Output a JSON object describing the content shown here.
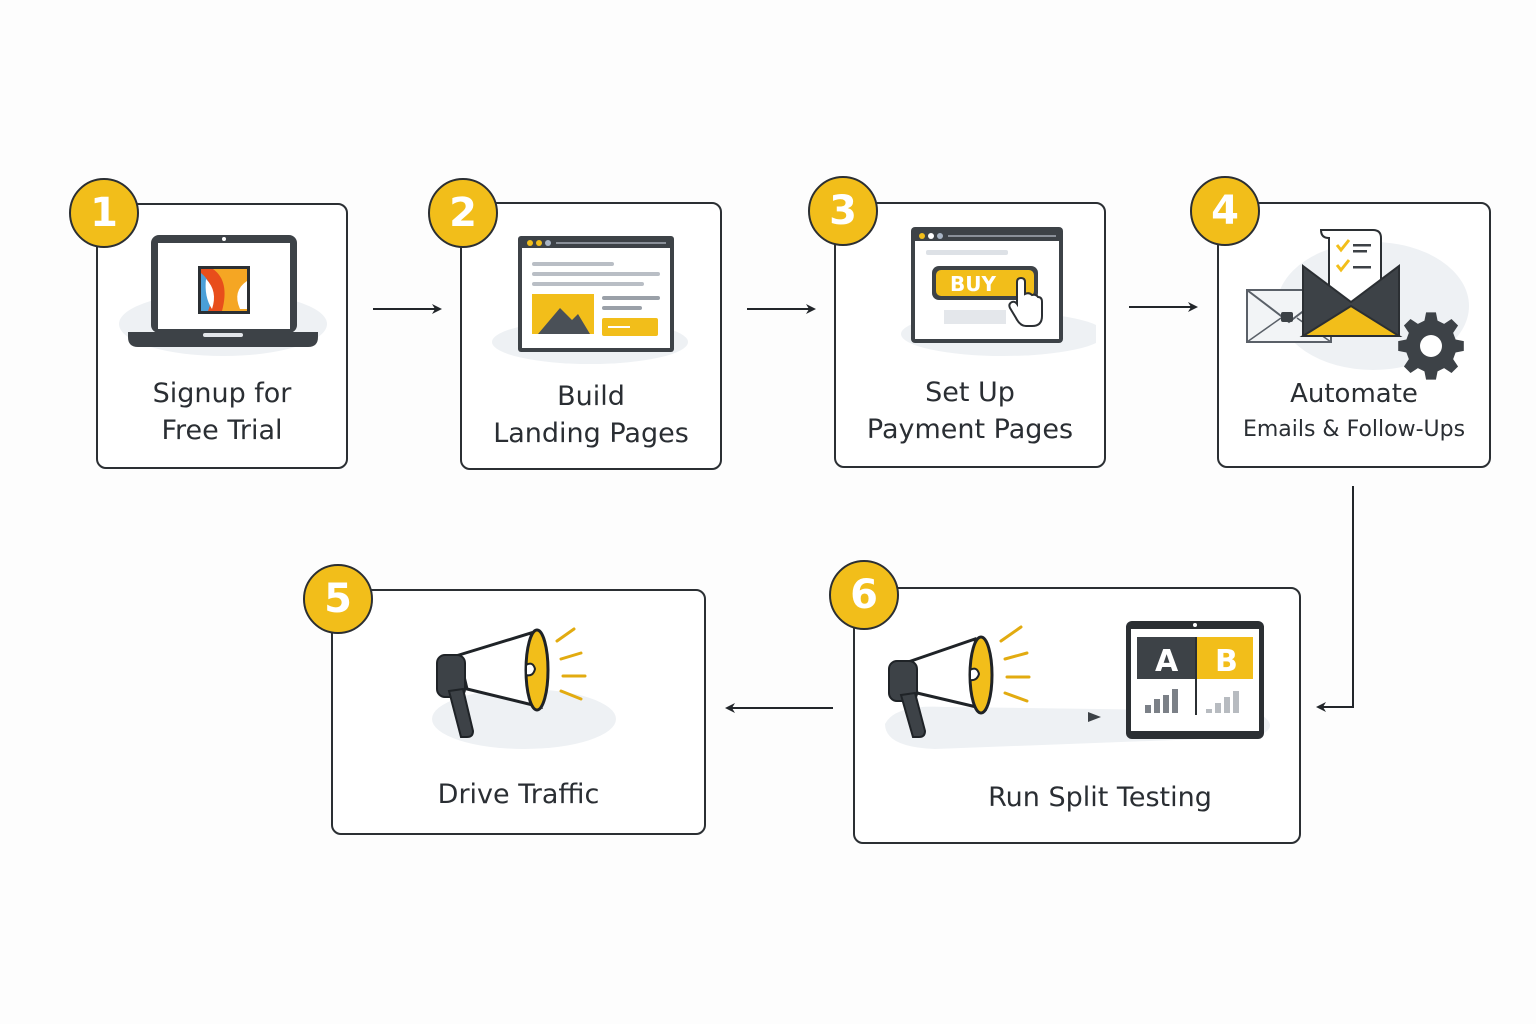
{
  "colors": {
    "accent": "#f2be1a",
    "dark": "#3d4247",
    "outline": "#2b2f33",
    "shadow": "#eef1f4"
  },
  "steps": [
    {
      "number": "1",
      "line1": "Signup for",
      "line2": "Free Trial",
      "icon": "laptop-icon"
    },
    {
      "number": "2",
      "line1": "Build",
      "line2": "Landing Pages",
      "icon": "landing-page-icon"
    },
    {
      "number": "3",
      "line1": "Set Up",
      "line2": "Payment Pages",
      "icon": "payment-page-icon",
      "button_text": "BUY"
    },
    {
      "number": "4",
      "line1": "Automate",
      "line2": "Emails & Follow-Ups",
      "icon": "email-automation-icon"
    },
    {
      "number": "5",
      "line1": "Drive Traffic",
      "icon": "megaphone-icon"
    },
    {
      "number": "6",
      "line1": "Run Split Testing",
      "icon": "ab-test-icon",
      "variant_a": "A",
      "variant_b": "B"
    }
  ]
}
